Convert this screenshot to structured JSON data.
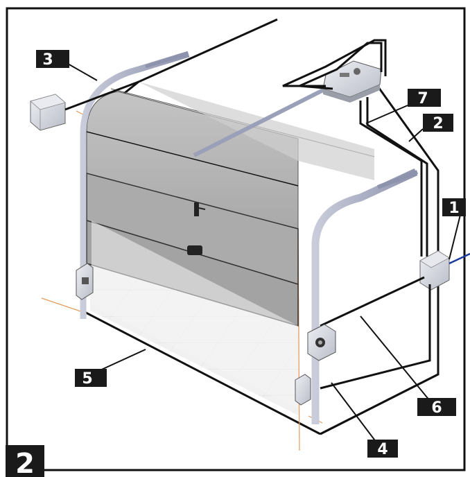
{
  "figure": {
    "number": "2"
  },
  "callouts": [
    {
      "id": "1",
      "text": "1"
    },
    {
      "id": "2",
      "text": "2"
    },
    {
      "id": "3",
      "text": "3"
    },
    {
      "id": "4",
      "text": "4"
    },
    {
      "id": "5",
      "text": "5"
    },
    {
      "id": "6",
      "text": "6"
    },
    {
      "id": "7",
      "text": "7"
    }
  ],
  "colors": {
    "frame": "#111111",
    "door_panel": "#b3b3b3",
    "door_track": "#9aa0b8",
    "floor_guide": "#e69a5a",
    "power_cable": "#1a3aa0",
    "label_bg": "#1a1a1a",
    "label_text": "#ffffff"
  }
}
